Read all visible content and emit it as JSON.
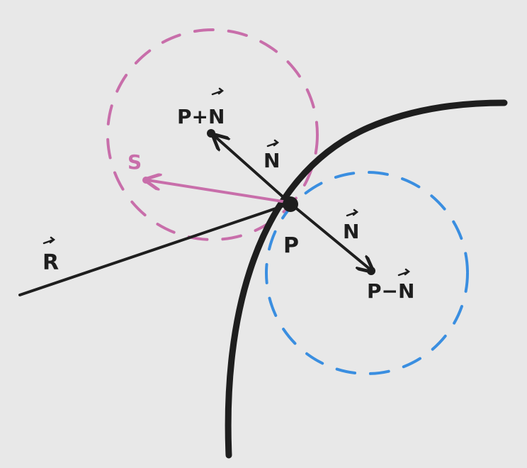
{
  "labels": {
    "p_plus_n": "P+N",
    "n_upper": "N",
    "s": "S",
    "p": "P",
    "n_lower": "N",
    "p_minus_n": "P−N",
    "r": "R"
  },
  "colors": {
    "background": "#e8e8e8",
    "ink": "#1e1e1e",
    "magenta": "#c86eaa",
    "blue": "#3a8ee0"
  }
}
